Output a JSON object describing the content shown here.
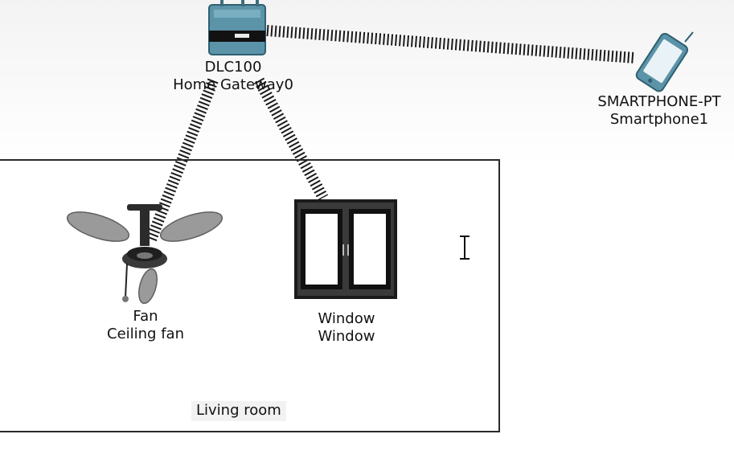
{
  "gateway": {
    "icon": "home-gateway-icon",
    "model": "DLC100",
    "name": "Home Gateway0"
  },
  "smartphone": {
    "icon": "smartphone-icon",
    "model": "SMARTPHONE-PT",
    "name": "Smartphone1"
  },
  "fan": {
    "icon": "ceiling-fan-icon",
    "model": "Fan",
    "name": "Ceiling fan"
  },
  "window": {
    "icon": "window-icon",
    "model": "Window",
    "name": "Window"
  },
  "room": {
    "label": "Living room"
  },
  "cursor": {
    "icon": "text-cursor-icon"
  },
  "colors": {
    "gateway": "#5b93a8",
    "link": "#1a1a1a",
    "room_border": "#2a2a2a",
    "fan_blade": "#9a9a9a",
    "window_frame": "#1b1b1b"
  }
}
